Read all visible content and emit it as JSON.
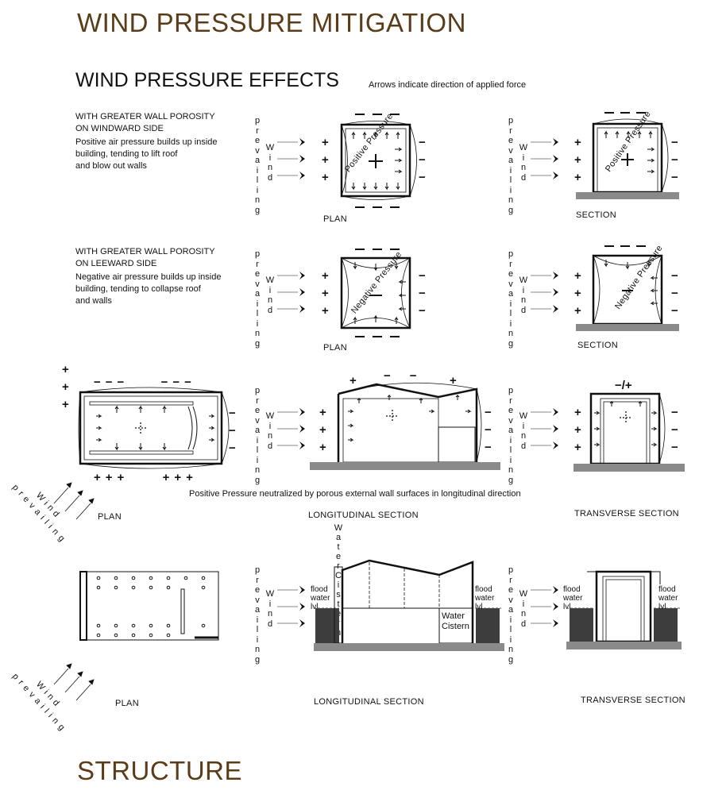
{
  "header": {
    "title": "WIND PRESSURE MITIGATION",
    "subtitle": "WIND PRESSURE EFFECTS",
    "subtitle_note": "Arrows indicate direction of applied force",
    "footer_title": "STRUCTURE"
  },
  "labels": {
    "prevailing": "prevailing",
    "wind": "Wind",
    "plus": "+",
    "minus": "−",
    "positive_pressure": "Positive Pressure",
    "negative_pressure": "Negative Pressure",
    "plan": "PLAN",
    "section": "SECTION",
    "longitudinal_section": "LONGITUDINAL SECTION",
    "transverse_section": "TRANSVERSE SECTION",
    "neutralized_note": "Positive Pressure neutralized  by porous external wall surfaces in longitudinal direction",
    "roof_mark": "−/+",
    "water_cistern_vertical": "WaterCistern",
    "water_cistern": "Water Cistern",
    "flood_water_lvl": "flood water lvl"
  },
  "blocks": {
    "windward": {
      "heading_line1": "WITH GREATER WALL POROSITY",
      "heading_line2": "ON WINDWARD SIDE",
      "text_line1": "Positive air pressure builds up inside",
      "text_line2": "building, tending to lift roof",
      "text_line3": "and blow out walls"
    },
    "leeward": {
      "heading_line1": "WITH GREATER WALL POROSITY",
      "heading_line2": "ON LEEWARD SIDE",
      "text_line1": "Negative air pressure builds up inside",
      "text_line2": "building, tending to collapse roof",
      "text_line3": "and walls"
    }
  },
  "colors": {
    "title": "#5a3d18",
    "ink": "#111111",
    "ground": "#8a8a8a",
    "floodblock": "#3d3d3d"
  }
}
